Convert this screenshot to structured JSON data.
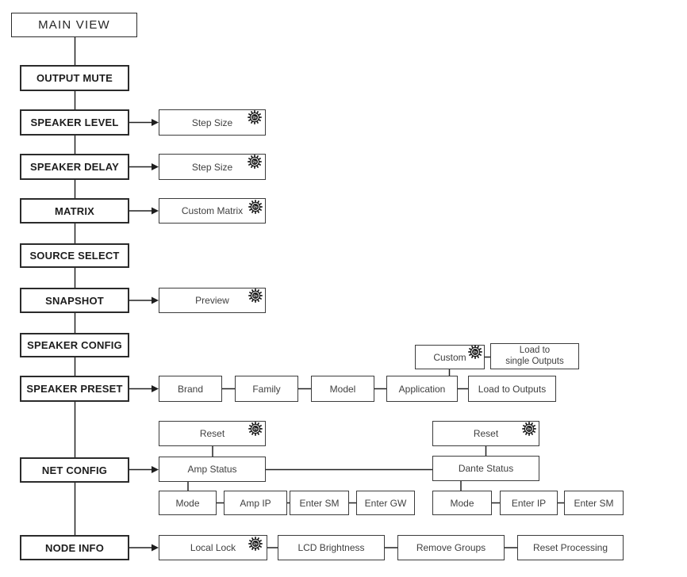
{
  "diagram": {
    "gear_badge": "2s",
    "colors": {
      "line": "#222222",
      "border_primary": "#2b2b2b",
      "border_child": "#3c3c3c",
      "text_primary": "#1d1d1d",
      "text_child": "#3f3f3f",
      "background": "#ffffff"
    },
    "nodes": {
      "main_view": "MAIN VIEW",
      "output_mute": "OUTPUT MUTE",
      "speaker_level": "SPEAKER LEVEL",
      "speaker_delay": "SPEAKER DELAY",
      "matrix": "MATRIX",
      "source_select": "SOURCE SELECT",
      "snapshot": "SNAPSHOT",
      "speaker_config": "SPEAKER CONFIG",
      "speaker_preset": "SPEAKER PRESET",
      "net_config": "NET CONFIG",
      "node_info": "NODE INFO",
      "step_size_level": "Step Size",
      "step_size_delay": "Step Size",
      "custom_matrix": "Custom Matrix",
      "preview": "Preview",
      "brand": "Brand",
      "family": "Family",
      "model": "Model",
      "application": "Application",
      "load_to_outputs": "Load to Outputs",
      "custom": "Custom",
      "load_to_single_outputs": "Load to\nsingle Outputs",
      "reset_amp": "Reset",
      "amp_status": "Amp Status",
      "mode_amp": "Mode",
      "amp_ip": "Amp IP",
      "enter_sm_amp": "Enter SM",
      "enter_gw": "Enter GW",
      "reset_dante": "Reset",
      "dante_status": "Dante Status",
      "mode_dante": "Mode",
      "enter_ip": "Enter IP",
      "enter_sm_dante": "Enter SM",
      "local_lock": "Local Lock",
      "lcd_brightness": "LCD Brightness",
      "remove_groups": "Remove Groups",
      "reset_processing": "Reset Processing"
    }
  }
}
